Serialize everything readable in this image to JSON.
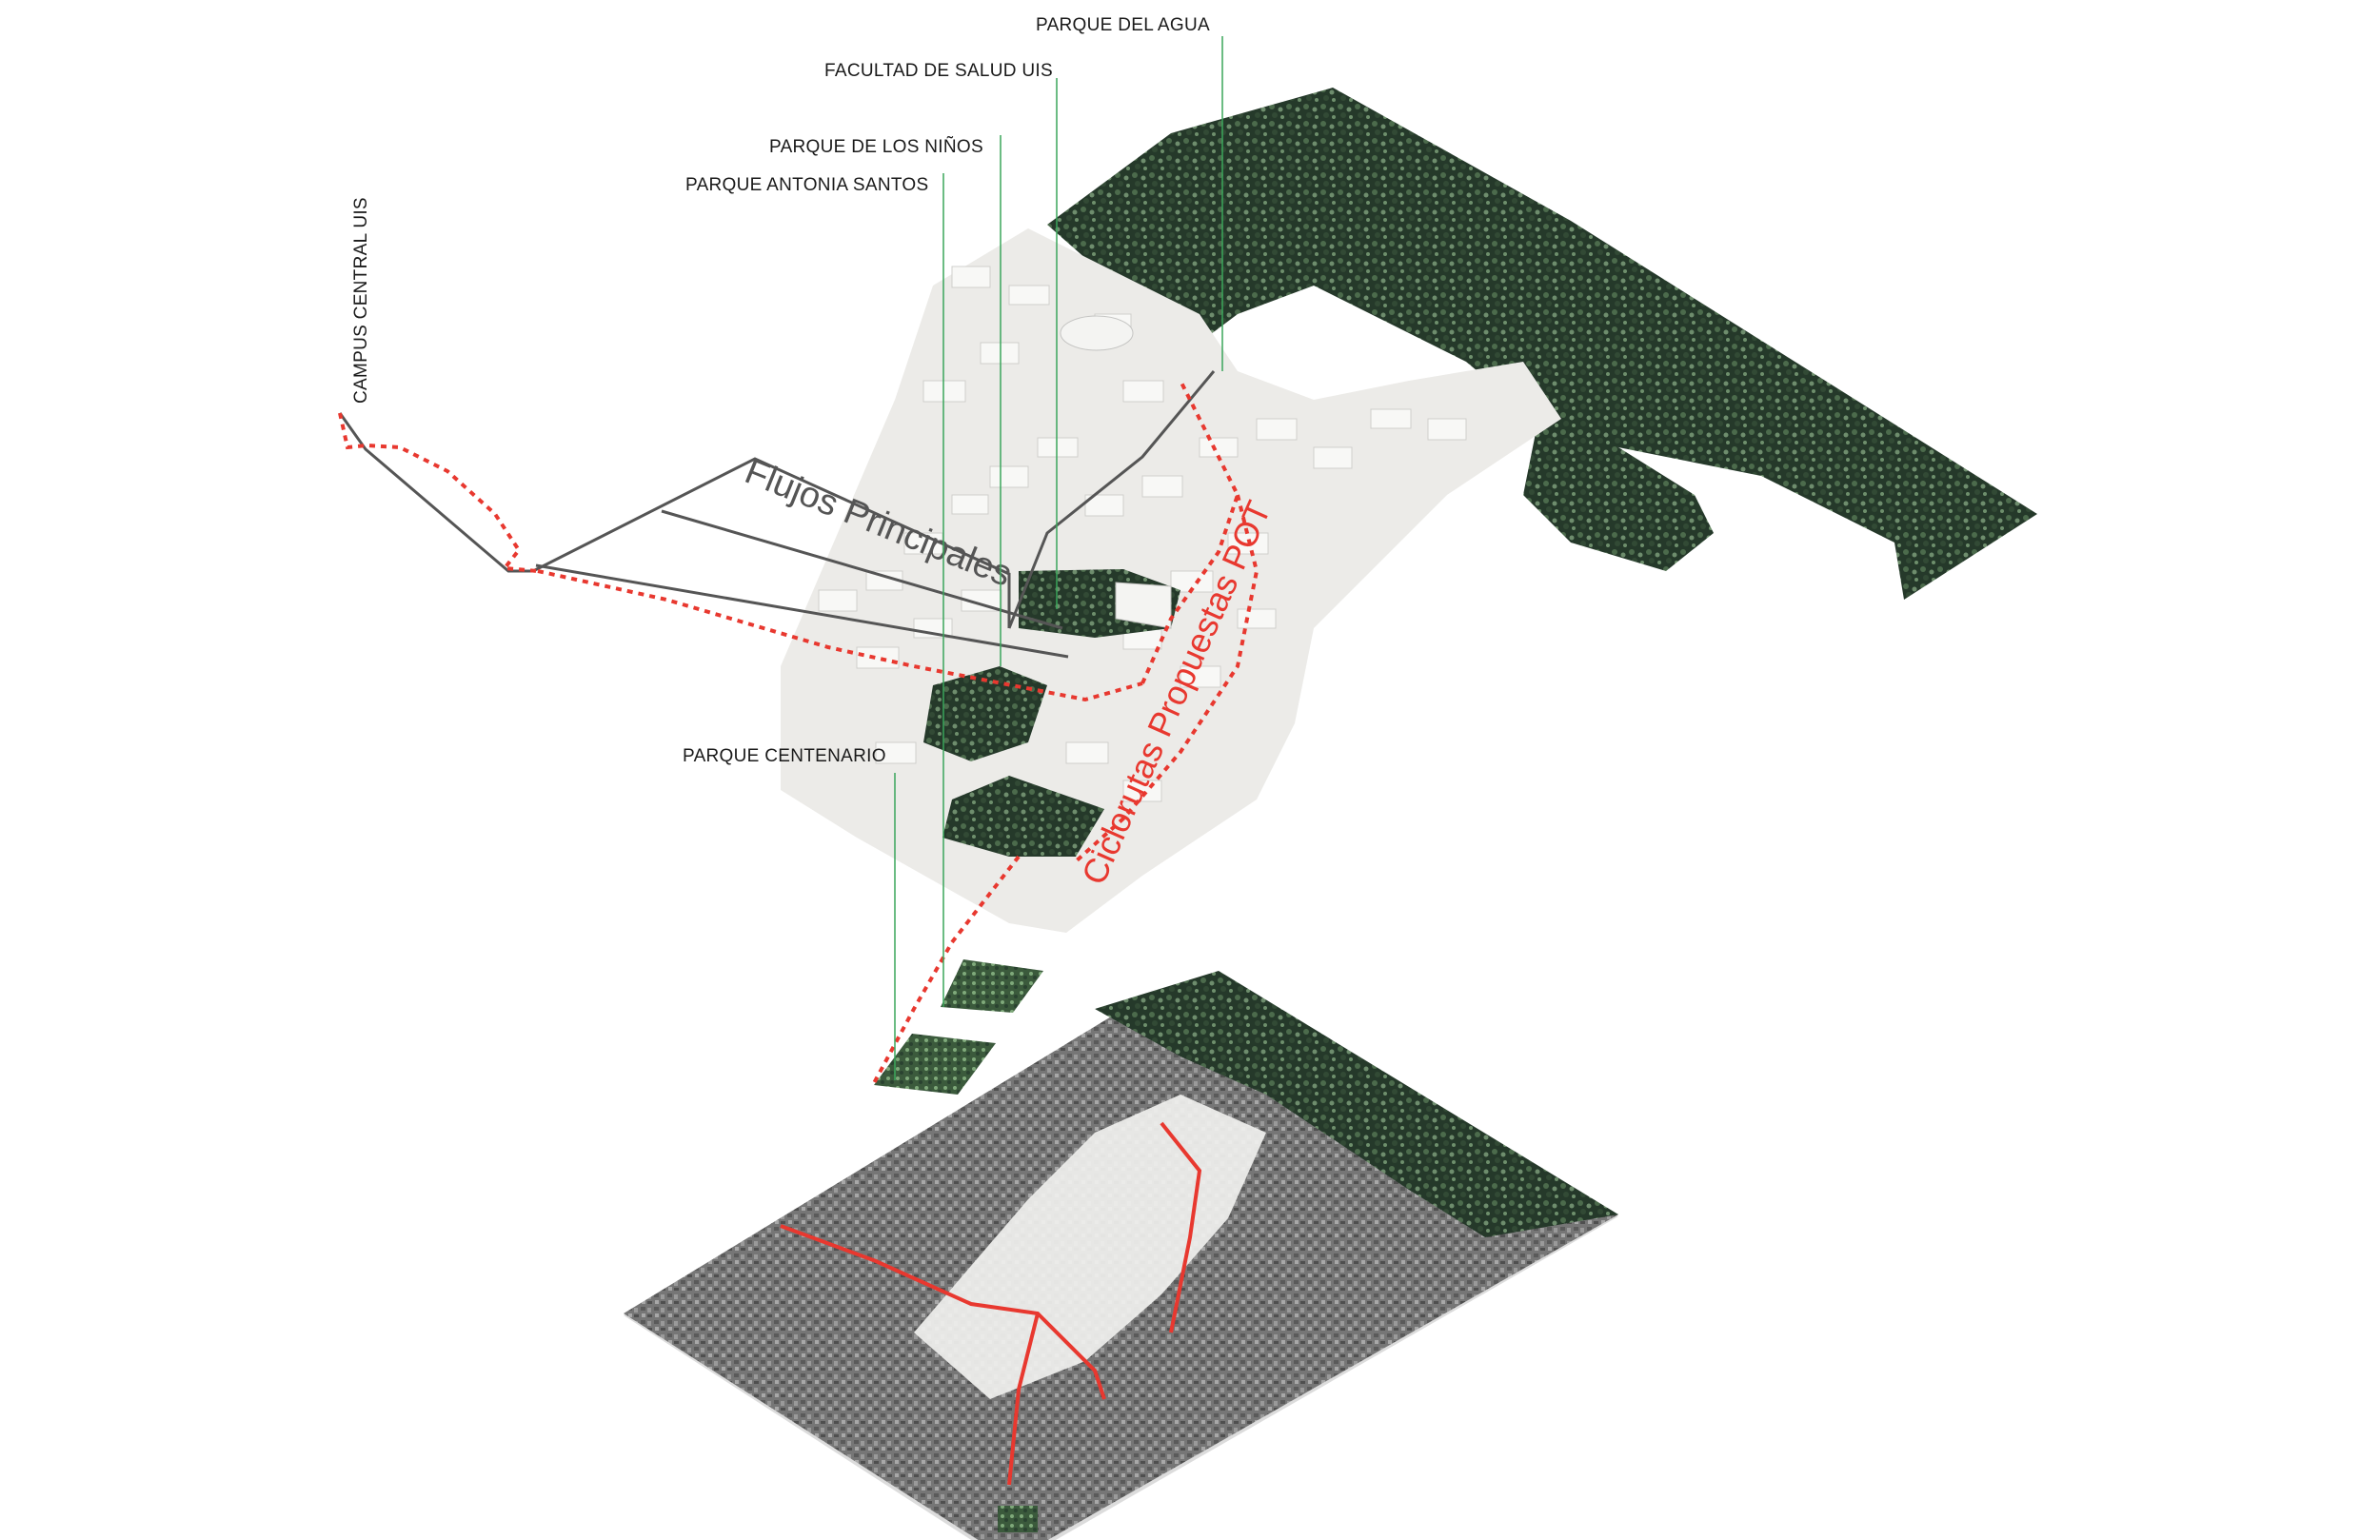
{
  "labels": {
    "parque_del_agua": "PARQUE DEL AGUA",
    "facultad_salud": "FACULTAD DE SALUD UIS",
    "parque_ninos": "PARQUE DE LOS NIÑOS",
    "parque_antonia": "PARQUE ANTONIA SANTOS",
    "campus_central": "CAMPUS CENTRAL UIS",
    "parque_centenario": "PARQUE CENTENARIO",
    "flujos": "Flujos Principales",
    "cicloruta": "Ciclorutas Propuestas POT"
  },
  "colors": {
    "background": "#ffffff",
    "vegetation_dark": "#1f3322",
    "vegetation_mid": "#3f5e40",
    "vegetation_light": "#9fc59a",
    "building_top": "#f4f4f2",
    "building_side": "#cfcfcc",
    "base_plate": "#e9e9e7",
    "satellite": "#6e6e6e",
    "flow_line": "#555555",
    "cicloruta": "#e8382f",
    "leader_line": "#3aa55a",
    "label_text": "#1a1a1a"
  },
  "icons": {
    "layer_upper": "isometric-city-model",
    "layer_parks": "park-patches",
    "layer_base": "satellite-base-map"
  }
}
